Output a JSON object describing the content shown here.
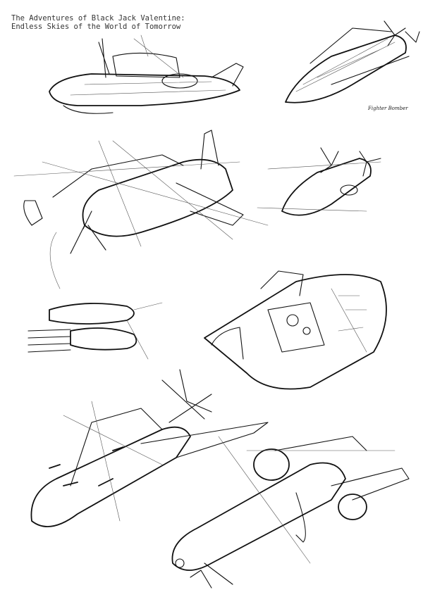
{
  "sheet": {
    "title_line1": "The Adventures of Black Jack Valentine:",
    "title_line2": "Endless Skies of the World of Tomorrow",
    "handwritten_note": "Fighter Bomber",
    "ink_color": "#111111",
    "paper_color": "#ffffff"
  }
}
